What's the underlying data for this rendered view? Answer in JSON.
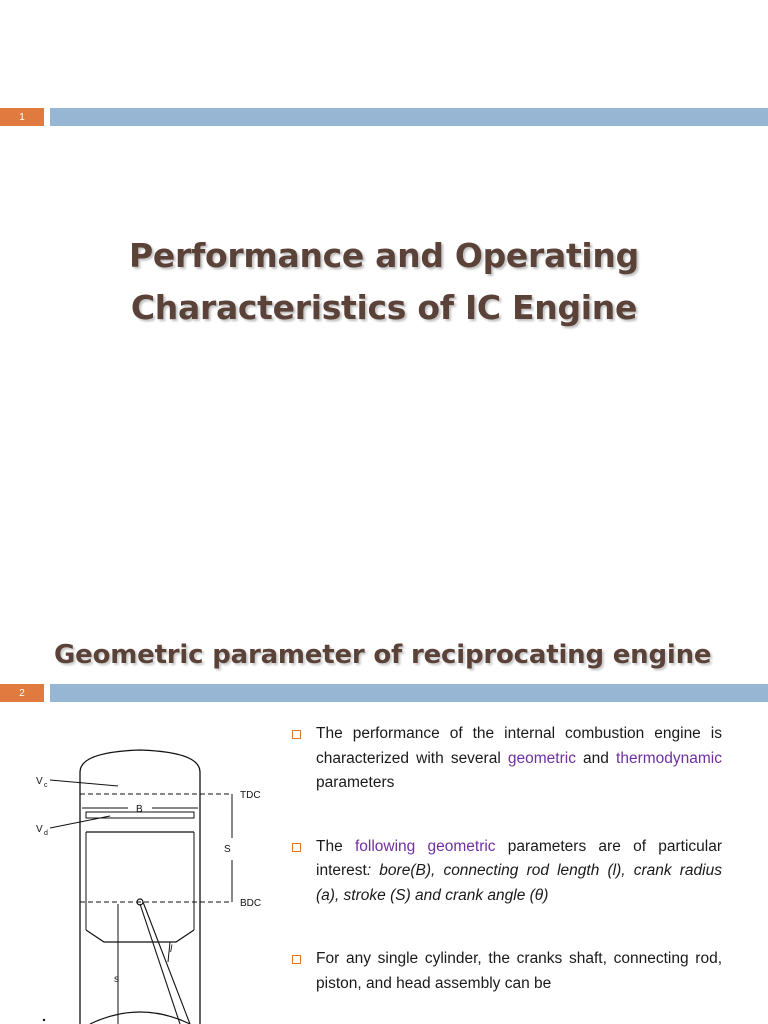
{
  "slide1": {
    "number": "1",
    "title_line1": "Performance and Operating",
    "title_line2": "Characteristics of IC Engine"
  },
  "slide2": {
    "number": "2",
    "heading": "Geometric parameter of reciprocating engine",
    "diagram_labels": {
      "vc": "V",
      "vc_sub": "c",
      "vd": "V",
      "vd_sub": "d",
      "bore": "B",
      "tdc": "TDC",
      "bdc": "BDC",
      "stroke": "S",
      "small_s": "s",
      "l": "l"
    },
    "bullets": [
      {
        "t1": "The performance of the internal combustion engine is characterized with several ",
        "p1": "geometric",
        "t2": " and ",
        "p2": "thermodynamic",
        "t3": " parameters"
      },
      {
        "t1": "The ",
        "p1": "following geometric",
        "t2": " parameters are of particular interest",
        "i1": ": bore(B), connecting rod length (l), crank radius (a), stroke (S)  and crank angle (θ)"
      },
      {
        "t1": "For any single cylinder, the cranks shaft, connecting rod, piston, and head assembly can be"
      }
    ]
  },
  "colors": {
    "slide_number_bg": "#e07a3e",
    "header_bar": "#96b6d4",
    "title_text": "#5a4238",
    "highlight": "#7030a0",
    "bullet_box": "#d9782f"
  }
}
